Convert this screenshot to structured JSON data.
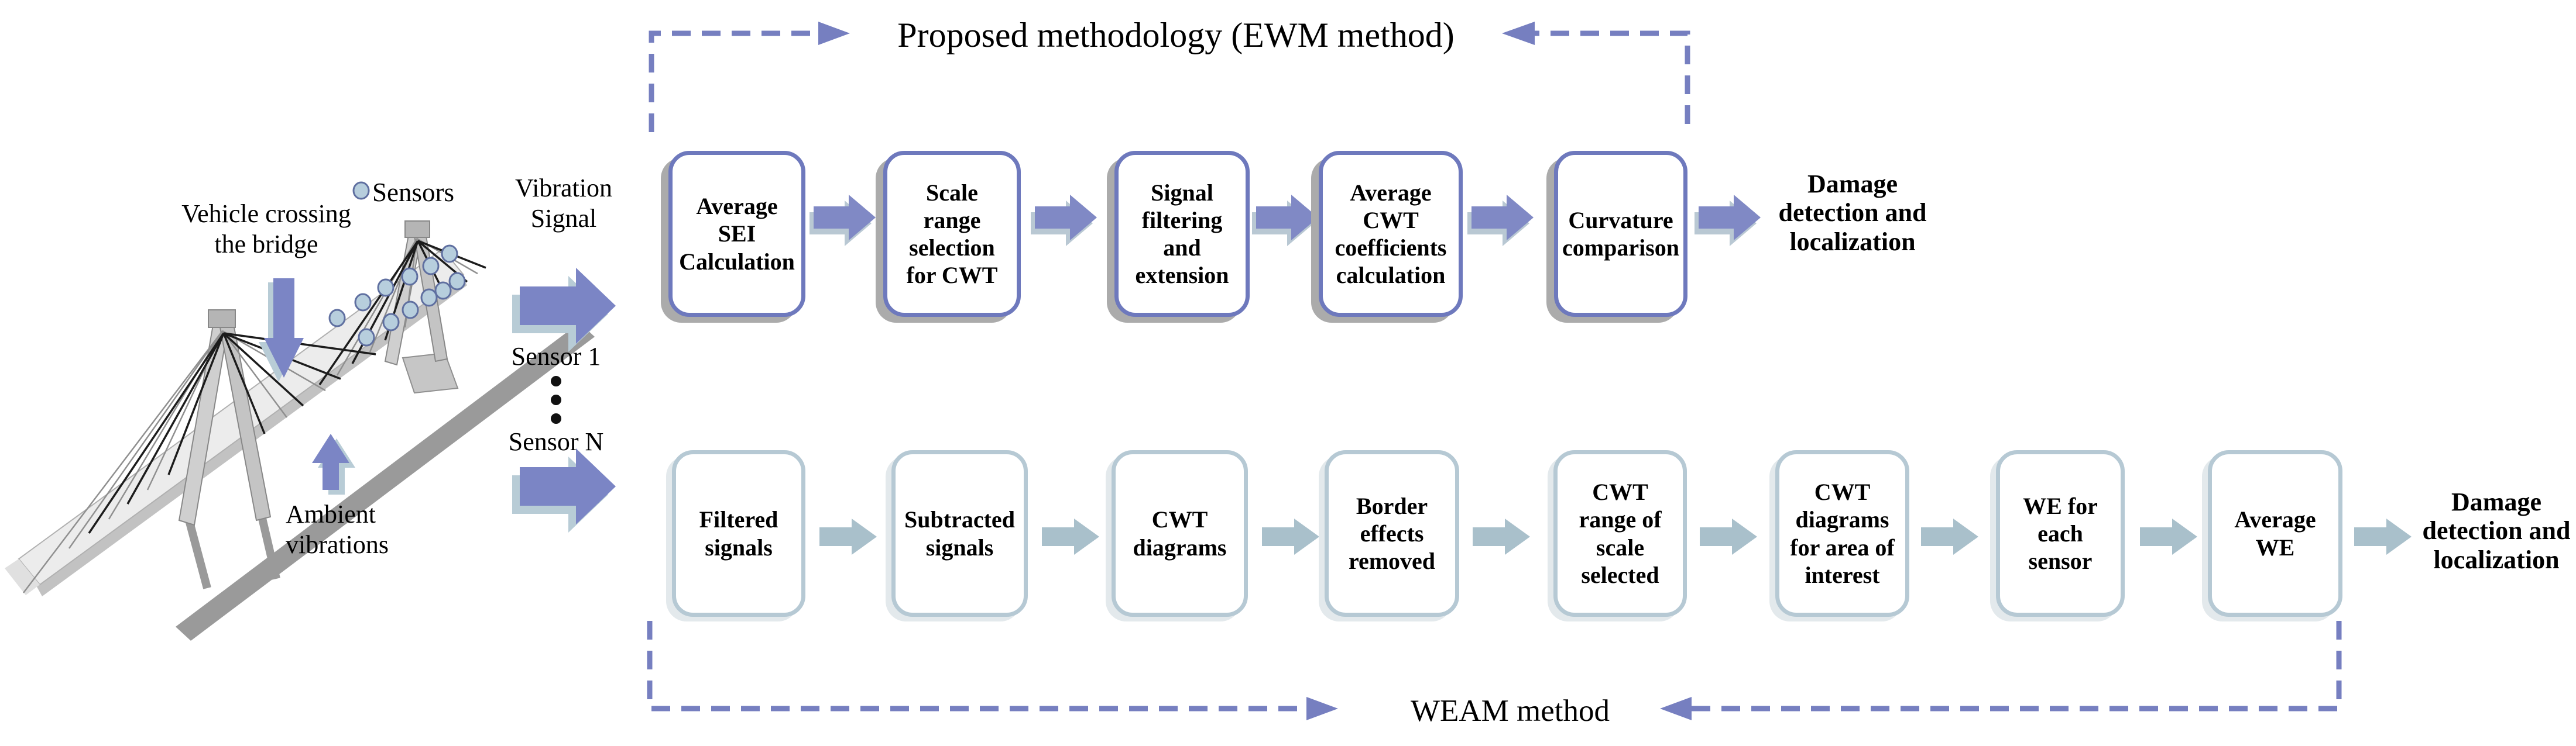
{
  "titles": {
    "ewm": "Proposed methodology (EWM method)",
    "weam": "WEAM method"
  },
  "scene": {
    "sensors_legend": "Sensors",
    "vehicle": "Vehicle crossing\nthe bridge",
    "vibration": "Vibration\nSignal",
    "sensor1": "Sensor 1",
    "sensorN": "Sensor N",
    "ambient": "Ambient\nvibrations"
  },
  "ewm_row": {
    "boxes": [
      {
        "label": "Average\nSEI\nCalculation"
      },
      {
        "label": "Scale\nrange\nselection\nfor CWT"
      },
      {
        "label": "Signal\nfiltering\nand\nextension"
      },
      {
        "label": "Average\nCWT\ncoefficients\ncalculation"
      },
      {
        "label": "Curvature\ncomparison"
      }
    ],
    "result": "Damage\ndetection and\nlocalization"
  },
  "weam_row": {
    "boxes": [
      {
        "label": "Filtered\nsignals"
      },
      {
        "label": "Subtracted\nsignals"
      },
      {
        "label": "CWT\ndiagrams"
      },
      {
        "label": "Border\neffects\nremoved"
      },
      {
        "label": "CWT\nrange of\nscale\nselected"
      },
      {
        "label": "CWT\ndiagrams\nfor area of\ninterest"
      },
      {
        "label": "WE for\neach\nsensor"
      },
      {
        "label": "Average\nWE"
      }
    ],
    "result": "Damage\ndetection and\nlocalization"
  },
  "colors": {
    "dashed_line": "#767fc0",
    "ewm_box_border": "#6e79bd",
    "ewm_box_shadow": "#ababab",
    "ewm_arrow": "#8089c5",
    "ewm_arrow_shadow": "#b9c8d3",
    "weam_box_border": "#b6c9d4",
    "weam_arrow": "#a9c0cb",
    "big_arrow": "#7b85c5",
    "big_arrow_shadow": "#b8ccd6",
    "sensor_fill": "#b7cedd",
    "sensor_stroke": "#5f6fa0",
    "bridge_deck": "#ececec",
    "bridge_ground_shadow": "#8f8f8f",
    "text": "#000000"
  }
}
